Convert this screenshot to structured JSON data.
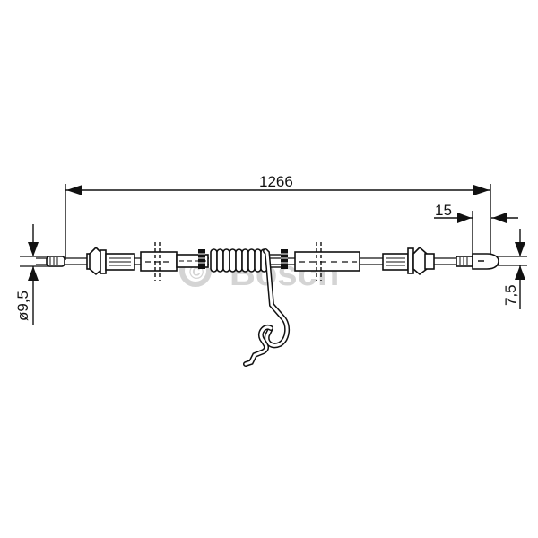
{
  "drawing": {
    "subject": "parking brake cable technical drawing",
    "watermark": "© Bosch",
    "watermark_symbol": "©",
    "watermark_text": "Bosch",
    "colors": {
      "line": "#111111",
      "background": "#ffffff",
      "watermark": "#d4d4d4"
    }
  },
  "dimensions": {
    "overall_length": {
      "label": "1266",
      "unit": "mm"
    },
    "end_offset": {
      "label": "15"
    },
    "left_diameter": {
      "label": "ø9,5"
    },
    "right_diameter": {
      "label": "7,5"
    }
  },
  "components": [
    {
      "name": "left-end-nipple"
    },
    {
      "name": "left-clip-fitting"
    },
    {
      "name": "left-sheath-section"
    },
    {
      "name": "return-spring"
    },
    {
      "name": "spring-hook-arm"
    },
    {
      "name": "right-sheath-section"
    },
    {
      "name": "right-clip-fitting"
    },
    {
      "name": "right-end-nipple"
    }
  ]
}
